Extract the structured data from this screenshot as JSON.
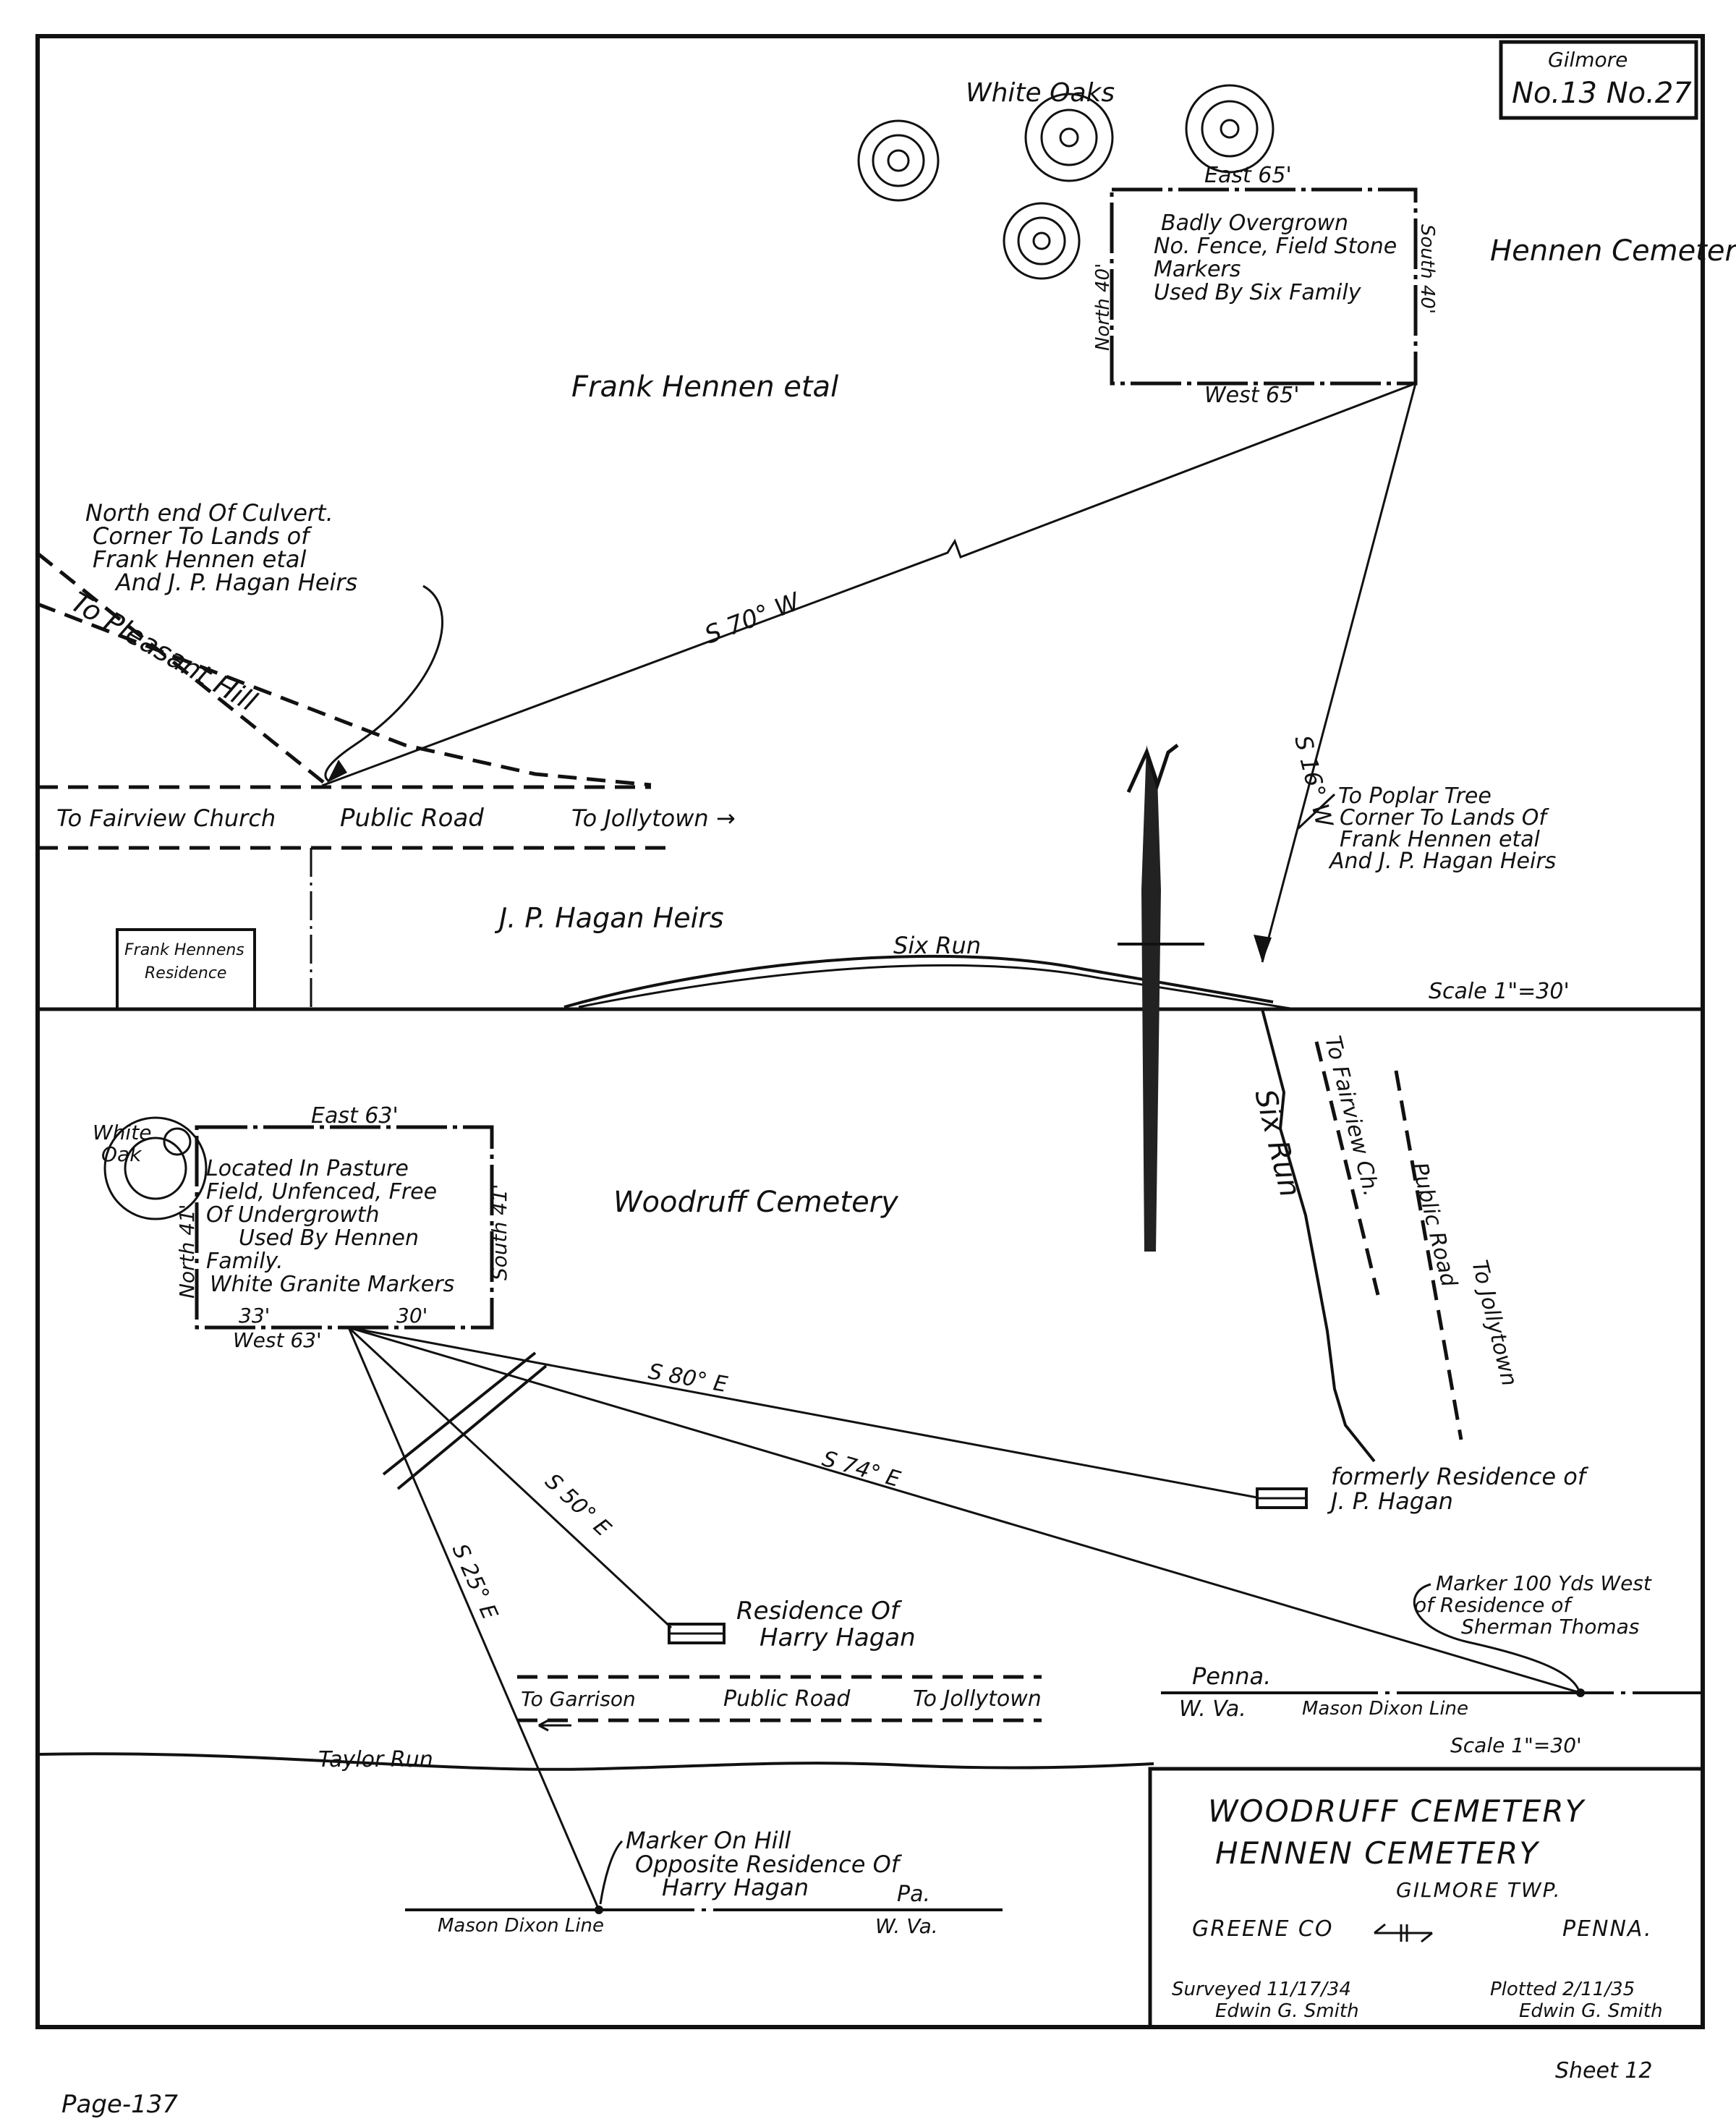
{
  "corner_label": {
    "township": "Gilmore",
    "numbers": "No.13 No.27"
  },
  "upper": {
    "trees_label": "White Oaks",
    "cemetery_name": "Hennen Cemetery",
    "box_east": "East 65'",
    "box_west": "West 65'",
    "box_north": "North 40'",
    "box_south": "South 40'",
    "box_notes": [
      "Badly Overgrown",
      "No. Fence, Field Stone",
      "Markers",
      "Used By Six Family"
    ],
    "owner": "Frank Hennen etal",
    "culvert_note": [
      "North end Of Culvert.",
      "Corner To Lands of",
      "Frank Hennen etal",
      "And J. P. Hagan Heirs"
    ],
    "road_pleasant": "To Pleasant Hill",
    "bearing_1": "S 70° W",
    "bearing_2": "S 16° W",
    "poplar_note": [
      "To Poplar Tree",
      "Corner To Lands Of",
      "Frank Hennen etal",
      "And J. P. Hagan Heirs"
    ],
    "road_fairview": "To Fairview Church",
    "road_public": "Public Road",
    "road_jolly": "To Jollytown →",
    "hagan_heirs": "J. P. Hagan Heirs",
    "residence": [
      "Frank Hennens",
      "Residence"
    ],
    "creek": "Six Run",
    "scale": "Scale 1\"=30'"
  },
  "lower": {
    "tree_label": [
      "White",
      "Oak"
    ],
    "box_east": "East 63'",
    "box_west": "West 63'",
    "box_north": "North 41'",
    "box_south": "South 41'",
    "seg_a": "33'",
    "seg_b": "30'",
    "box_notes": [
      "Located In Pasture",
      "Field, Unfenced, Free",
      "Of Undergrowth",
      "Used By Hennen",
      "Family.",
      "White Granite Markers"
    ],
    "cemetery_name": "Woodruff Cemetery",
    "creek": "Six Run",
    "road_fairview": "To Fairview Ch.",
    "road_public": "Public Road",
    "road_jolly": "To Jollytown",
    "bearing_80": "S 80° E",
    "bearing_74": "S 74° E",
    "bearing_50": "S 50° E",
    "bearing_25": "S 25° E",
    "jp_residence": [
      "formerly Residence of",
      "J. P. Hagan"
    ],
    "harry_residence": [
      "Residence Of",
      "Harry Hagan"
    ],
    "marker_thomas": [
      "Marker 100 Yds West",
      "of Residence of",
      "Sherman Thomas"
    ],
    "penna": "Penna.",
    "wva": "W. Va.",
    "mason_dixon": "Mason Dixon Line",
    "road_garrison": "To Garrison",
    "road_public2": "Public Road",
    "road_jolly2": "To Jollytown",
    "taylor_run": "Taylor Run",
    "scale": "Scale 1\"=30'",
    "marker_hill": [
      "Marker On Hill",
      "Opposite Residence Of",
      "Harry Hagan"
    ],
    "pa": "Pa.",
    "wva2": "W. Va.",
    "mason_dixon2": "Mason Dixon Line"
  },
  "title_block": {
    "line1": "WOODRUFF CEMETERY",
    "line2": "HENNEN CEMETERY",
    "line3": "GILMORE TWP.",
    "county": "GREENE CO",
    "state": "PENNA.",
    "surveyed": "Surveyed 11/17/34",
    "surveyor1": "Edwin G. Smith",
    "plotted": "Plotted 2/11/35",
    "surveyor2": "Edwin G. Smith"
  },
  "sheet": "Sheet 12",
  "page_label": "Page-137"
}
